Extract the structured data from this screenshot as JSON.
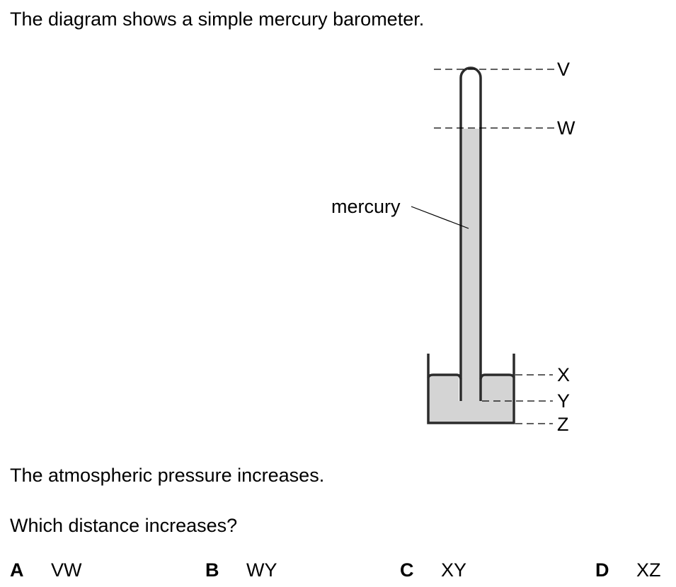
{
  "question": {
    "intro": "The diagram shows a simple mercury barometer.",
    "statement": "The atmospheric pressure increases.",
    "prompt": "Which distance increases?"
  },
  "diagram": {
    "mercury_label": "mercury",
    "levels": {
      "v": "V",
      "w": "W",
      "x": "X",
      "y": "Y",
      "z": "Z"
    },
    "colors": {
      "mercury": "#d4d4d4",
      "outline": "#2b2b2b"
    }
  },
  "options": [
    {
      "letter": "A",
      "text": "VW"
    },
    {
      "letter": "B",
      "text": "WY"
    },
    {
      "letter": "C",
      "text": "XY"
    },
    {
      "letter": "D",
      "text": "XZ"
    }
  ]
}
